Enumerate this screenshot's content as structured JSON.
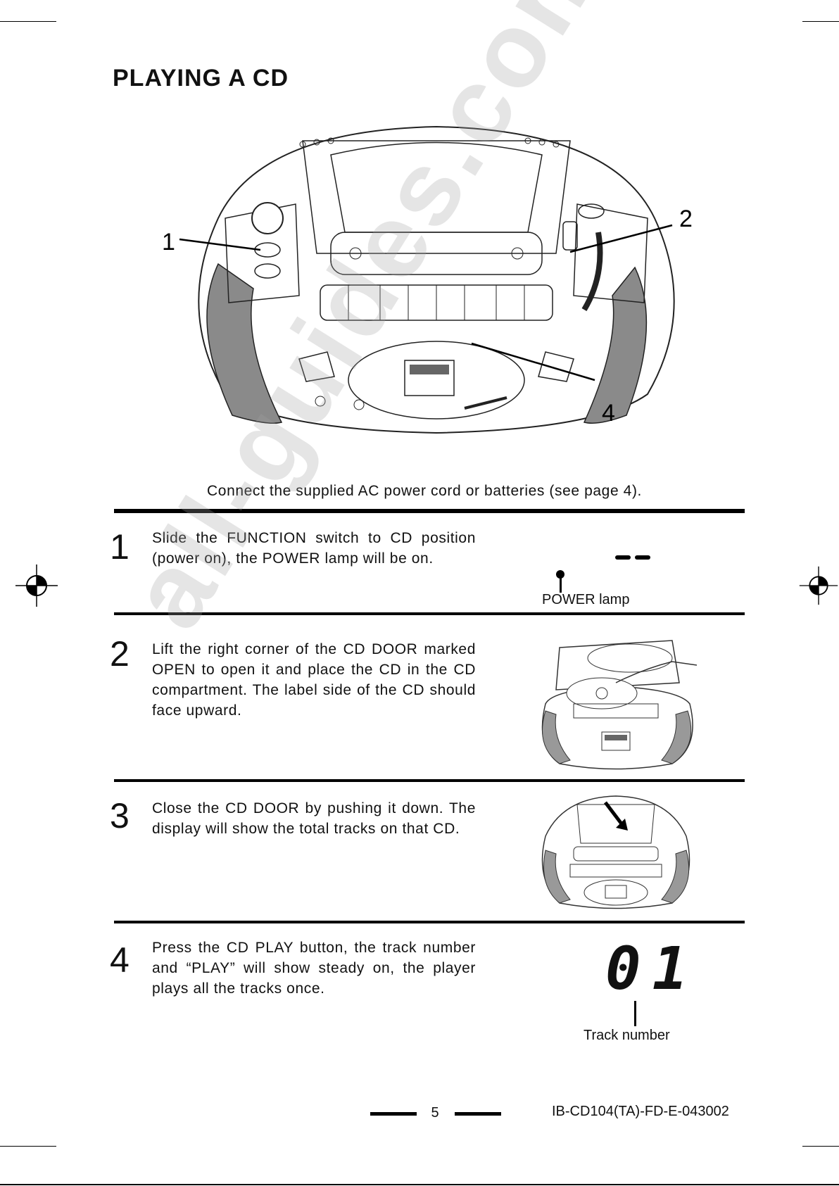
{
  "title": "PLAYING A CD",
  "main_figure": {
    "callouts": [
      "1",
      "2",
      "4"
    ]
  },
  "intro": "Connect the supplied AC power cord or batteries (see page 4).",
  "steps": [
    {
      "number": "1",
      "text": "Slide the FUNCTION switch to CD position (power on), the POWER lamp will be on.",
      "display": "- -",
      "label": "POWER lamp"
    },
    {
      "number": "2",
      "text": "Lift the right corner of the CD DOOR marked OPEN to open it and place the CD in the CD compartment. The label side of the CD should face upward."
    },
    {
      "number": "3",
      "text": "Close the CD DOOR by pushing it down. The display will show the total tracks on that CD."
    },
    {
      "number": "4",
      "text": "Press the CD PLAY button, the track number and “PLAY” will show steady on, the player plays all the tracks once.",
      "display": "01",
      "label": "Track number"
    }
  ],
  "footer": {
    "page": "5",
    "doc_id": "IB-CD104(TA)-FD-E-043002"
  },
  "watermark": "all-guides.com"
}
